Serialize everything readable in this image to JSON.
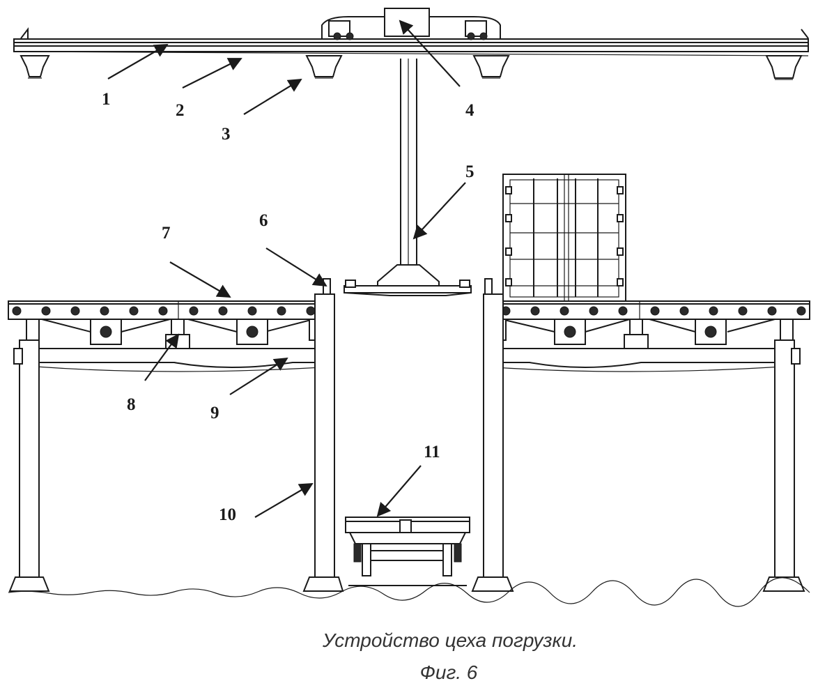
{
  "labels": {
    "l1": "1",
    "l2": "2",
    "l3": "3",
    "l4": "4",
    "l5": "5",
    "l6": "6",
    "l7": "7",
    "l8": "8",
    "l9": "9",
    "l10": "10",
    "l11": "11"
  },
  "caption": {
    "title": "Устройство цеха погрузки.",
    "figure": "Фиг. 6"
  }
}
